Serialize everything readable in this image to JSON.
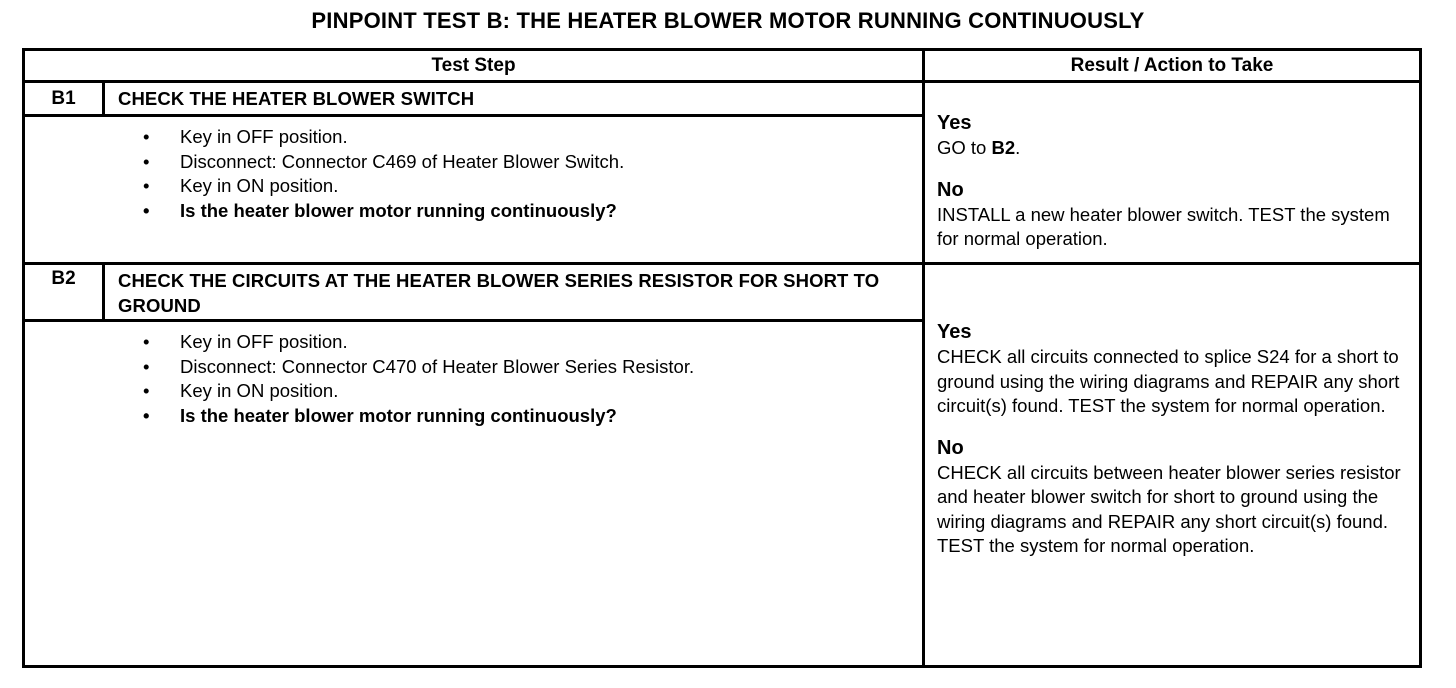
{
  "document": {
    "title": "PINPOINT TEST  B: THE HEATER BLOWER MOTOR RUNNING CONTINUOUSLY"
  },
  "table": {
    "headers": {
      "test_step": "Test Step",
      "result_action": "Result / Action to Take"
    },
    "steps": [
      {
        "id": "B1",
        "heading": "CHECK THE HEATER BLOWER SWITCH",
        "bullet_marker": "•",
        "bullets": [
          {
            "text": "Key in OFF position.",
            "bold": false
          },
          {
            "text": "Disconnect: Connector C469 of Heater Blower Switch.",
            "bold": false
          },
          {
            "text": "Key in ON position.",
            "bold": false
          },
          {
            "text": "Is the heater blower motor running continuously?",
            "bold": true
          }
        ],
        "results": [
          {
            "label": "Yes",
            "text_prefix": "GO to ",
            "text_bold": "B2",
            "text_suffix": "."
          },
          {
            "label": "No",
            "text_prefix": "INSTALL a new heater blower switch. TEST the system for normal operation.",
            "text_bold": "",
            "text_suffix": ""
          }
        ]
      },
      {
        "id": "B2",
        "heading": "CHECK THE CIRCUITS AT THE HEATER BLOWER SERIES RESISTOR FOR SHORT TO GROUND",
        "bullet_marker": "•",
        "bullets": [
          {
            "text": "Key in OFF position.",
            "bold": false
          },
          {
            "text": "Disconnect: Connector C470 of Heater Blower Series Resistor.",
            "bold": false
          },
          {
            "text": "Key in ON position.",
            "bold": false
          },
          {
            "text": "Is the heater blower motor running continuously?",
            "bold": true
          }
        ],
        "results": [
          {
            "label": "Yes",
            "text_prefix": "CHECK all circuits connected to splice S24 for a short to ground using the wiring diagrams and REPAIR any short circuit(s) found. TEST the system for normal operation.",
            "text_bold": "",
            "text_suffix": ""
          },
          {
            "label": "No",
            "text_prefix": "CHECK all circuits between heater blower series resistor and heater blower switch for short to ground using the wiring diagrams and REPAIR any short circuit(s) found. TEST the system for normal operation.",
            "text_bold": "",
            "text_suffix": ""
          }
        ]
      }
    ]
  },
  "colors": {
    "ink": "#000000",
    "paper": "#ffffff"
  }
}
